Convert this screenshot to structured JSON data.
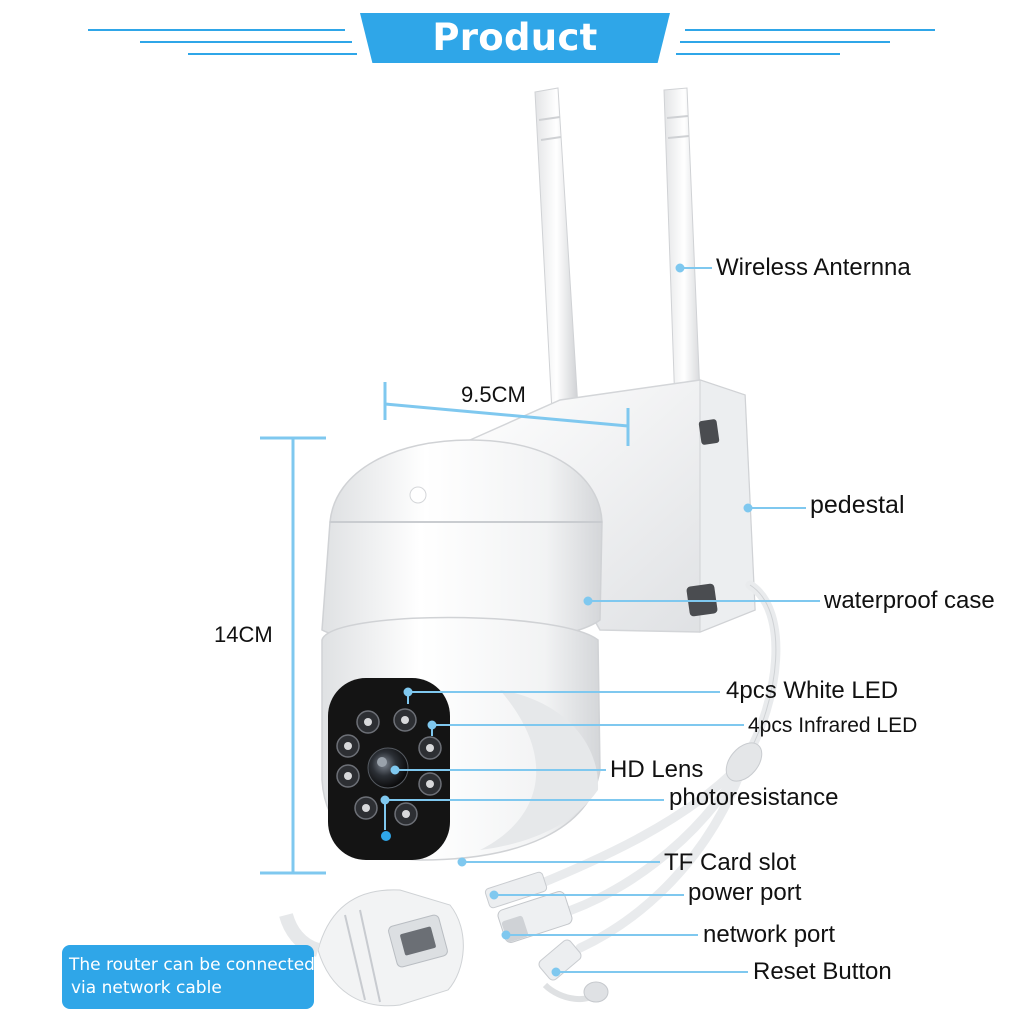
{
  "header": {
    "title": "Product details"
  },
  "dimensions": {
    "width": "9.5CM",
    "height": "14CM"
  },
  "callouts": {
    "antenna": "Wireless Anternna",
    "pedestal": "pedestal",
    "case": "waterproof case",
    "white_led": "4pcs White LED",
    "ir_led": "4pcs Infrared LED",
    "lens": "HD Lens",
    "photo": "photoresistance",
    "tf": "TF Card slot",
    "power": "power port",
    "network": "network port",
    "reset": "Reset Button"
  },
  "note": {
    "line1": "The router can be connected",
    "line2": "via network cable"
  },
  "colors": {
    "accent": "#2fa6e8",
    "leader": "#7fc8ef",
    "body": "#f4f5f6",
    "led_panel": "#141414"
  }
}
